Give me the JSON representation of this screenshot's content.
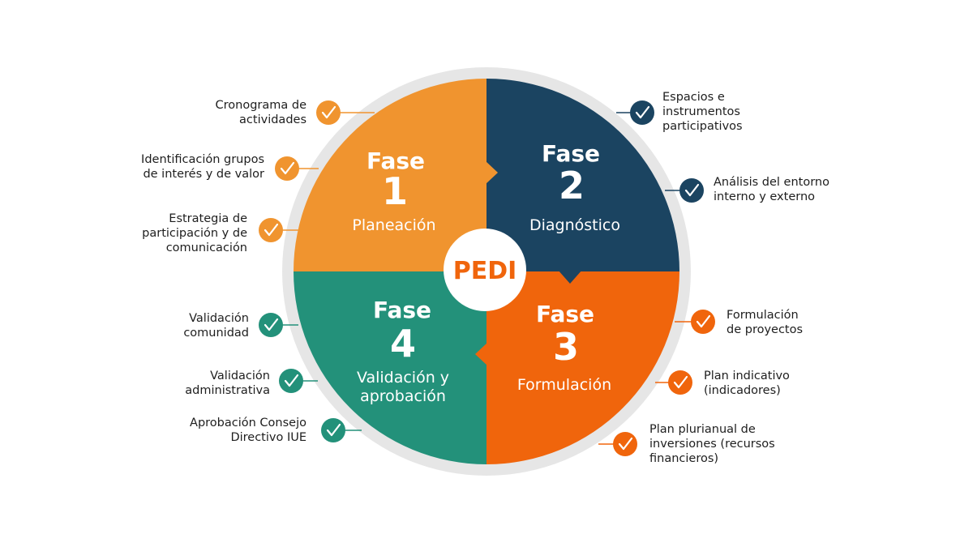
{
  "center_label": "PEDI",
  "colors": {
    "ring": "#e6e6e6",
    "phase1": "#f0942f",
    "phase2": "#1b4461",
    "phase3": "#f0650c",
    "phase4": "#23917a",
    "center_text": "#f0650c"
  },
  "phases": [
    {
      "word": "Fase",
      "number": "1",
      "name": "Planeación"
    },
    {
      "word": "Fase",
      "number": "2",
      "name": "Diagnóstico"
    },
    {
      "word": "Fase",
      "number": "3",
      "name": "Formulación"
    },
    {
      "word": "Fase",
      "number": "4",
      "name_line1": "Validación y",
      "name_line2": "aprobación"
    }
  ],
  "items": {
    "phase1": [
      "Cronograma de\nactividades",
      "Identificación grupos\nde interés y de valor",
      "Estrategia de\nparticipación y de\ncomunicación"
    ],
    "phase2": [
      "Espacios e\ninstrumentos\nparticipativos",
      "Análisis del entorno\ninterno y externo"
    ],
    "phase3": [
      "Formulación\nde proyectos",
      "Plan indicativo\n(indicadores)",
      "Plan plurianual de\ninversiones (recursos\nfinancieros)"
    ],
    "phase4": [
      "Validación\ncomunidad",
      "Validación\nadministrativa",
      "Aprobación Consejo\nDirectivo IUE"
    ]
  }
}
